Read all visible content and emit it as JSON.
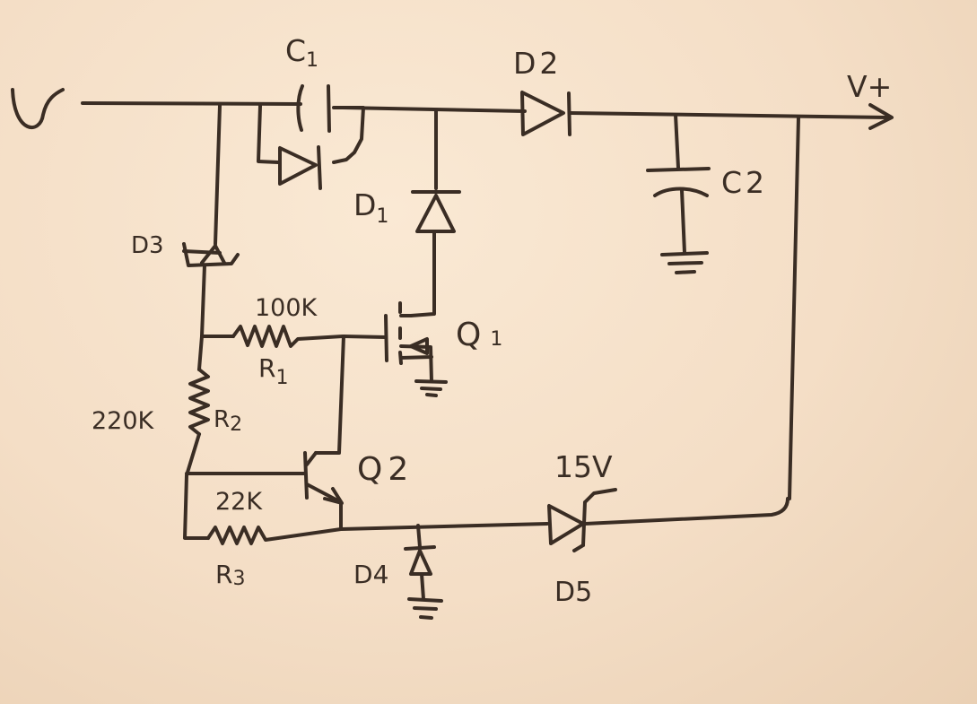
{
  "labels": {
    "c1": {
      "name": "C",
      "sub": "1"
    },
    "c2": {
      "name": "C",
      "sub": "2"
    },
    "d1": {
      "name": "D",
      "sub": "1"
    },
    "d2": {
      "name": "D",
      "sub": "2"
    },
    "d3": {
      "name": "D",
      "sub": "3"
    },
    "d4": {
      "name": "D",
      "sub": "4"
    },
    "d5": {
      "name": "D",
      "sub": "5"
    },
    "q1": {
      "name": "Q",
      "sub": "1"
    },
    "q2": {
      "name": "Q",
      "sub": "2"
    },
    "r1": {
      "name": "R",
      "sub": "1",
      "value": "100K"
    },
    "r2": {
      "name": "R",
      "sub": "2",
      "value": "220K"
    },
    "r3": {
      "name": "R",
      "sub": "3",
      "value": "22K"
    },
    "zener_voltage": "15V",
    "output": "V+"
  }
}
